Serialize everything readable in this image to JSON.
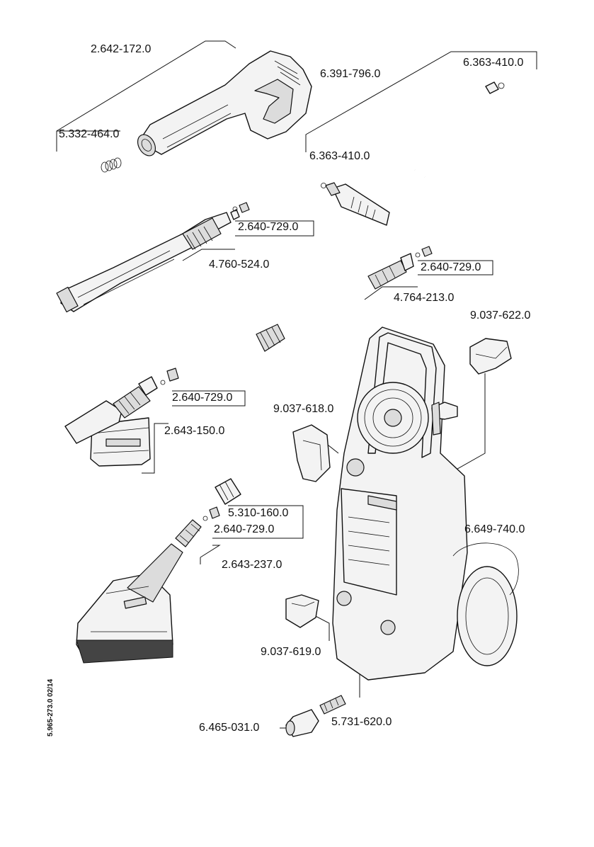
{
  "doc_ref": "5.965-273.0  02/14",
  "parts": [
    {
      "id": "trigger-gun",
      "number": "2.642-172.0"
    },
    {
      "id": "hose",
      "number": "6.391-796.0"
    },
    {
      "id": "hose-oring-right",
      "number": "6.363-410.0"
    },
    {
      "id": "gun-spring",
      "number": "5.332-464.0"
    },
    {
      "id": "hose-oring-left",
      "number": "6.363-410.0"
    },
    {
      "id": "vario-lance-oring",
      "number": "2.640-729.0"
    },
    {
      "id": "vario-lance",
      "number": "4.760-524.0"
    },
    {
      "id": "dirt-blaster-oring",
      "number": "2.640-729.0"
    },
    {
      "id": "dirt-blaster-lance",
      "number": "4.764-213.0"
    },
    {
      "id": "holder-top",
      "number": "9.037-622.0"
    },
    {
      "id": "foam-oring",
      "number": "2.640-729.0"
    },
    {
      "id": "holder-left",
      "number": "9.037-618.0"
    },
    {
      "id": "foam-nozzle",
      "number": "2.643-150.0"
    },
    {
      "id": "union-nut",
      "number": "5.310-160.0"
    },
    {
      "id": "brush-oring",
      "number": "2.640-729.0"
    },
    {
      "id": "hose-reel-handle",
      "number": "6.649-740.0"
    },
    {
      "id": "wash-brush",
      "number": "2.643-237.0"
    },
    {
      "id": "holder-bottom",
      "number": "9.037-619.0"
    },
    {
      "id": "water-connector",
      "number": "6.465-031.0"
    },
    {
      "id": "water-filter",
      "number": "5.731-620.0"
    }
  ]
}
